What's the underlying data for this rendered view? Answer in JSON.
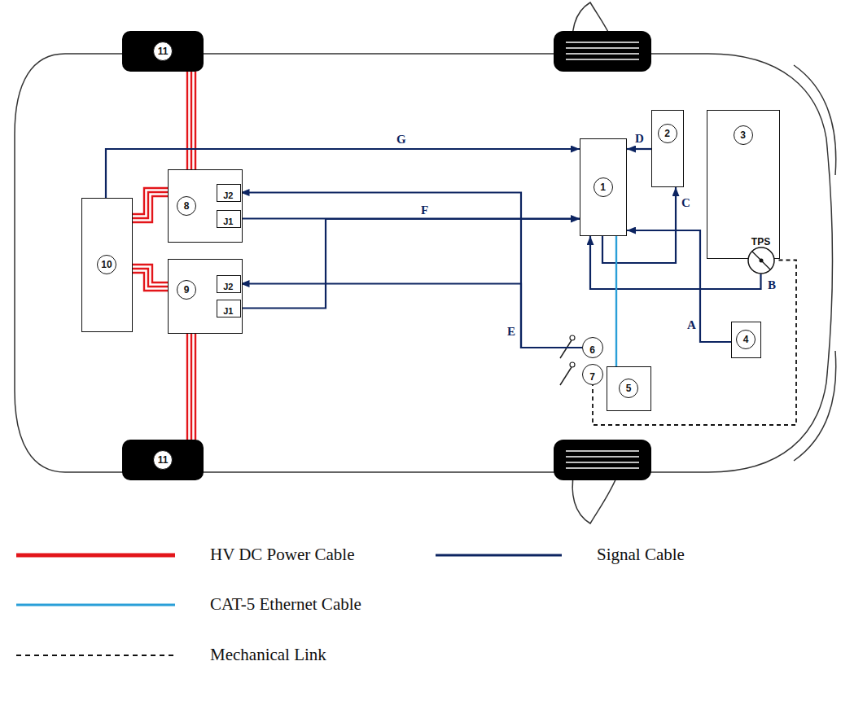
{
  "diagram": {
    "nodes": [
      {
        "text": [
          "11"
        ]
      },
      {
        "text": [
          "10"
        ]
      },
      {
        "text": [
          "8"
        ]
      },
      {
        "text": [
          "J2"
        ],
        "in": 2
      },
      {
        "text": [
          "J1"
        ],
        "in": 2
      },
      {
        "text": [
          "9"
        ]
      },
      {
        "text": [
          "J2"
        ],
        "in": 5
      },
      {
        "text": [
          "J1"
        ],
        "in": 5
      },
      {
        "text": [
          "11"
        ]
      },
      {
        "text": [
          "1"
        ]
      },
      {
        "text": [
          "2"
        ]
      },
      {
        "text": [
          "3"
        ]
      },
      {
        "text": [
          "TPS"
        ],
        "in": 11
      },
      {
        "text": [
          "4"
        ]
      },
      {
        "text": [
          "5"
        ]
      },
      {
        "text": [
          "6"
        ]
      },
      {
        "text": [
          "7"
        ]
      }
    ],
    "edges": [
      {
        "from": 2,
        "to": 0,
        "arrow": "none"
      },
      {
        "from": 1,
        "to": 2,
        "arrow": "none"
      },
      {
        "from": 1,
        "to": 5,
        "arrow": "none"
      },
      {
        "from": 5,
        "to": 8,
        "arrow": "none"
      },
      {
        "from": 1,
        "to": 9,
        "label": "G",
        "arrow": "to"
      },
      {
        "from": 10,
        "to": 9,
        "label": "D",
        "arrow": "to"
      },
      {
        "from": 9,
        "to": 10,
        "label": "C",
        "arrow": "to"
      },
      {
        "from": 13,
        "to": 9,
        "label": "A",
        "arrow": "to"
      },
      {
        "from": 12,
        "to": 9,
        "label": "B",
        "arrow": "to"
      },
      {
        "from": 15,
        "to": 3,
        "label": "E",
        "arrow": "to"
      },
      {
        "from": 15,
        "to": 6,
        "arrow": "to"
      },
      {
        "from": 4,
        "to": 9,
        "label": "F",
        "arrow": "to"
      },
      {
        "from": 7,
        "to": 9,
        "arrow": "to"
      },
      {
        "from": 9,
        "to": 14,
        "arrow": "none"
      },
      {
        "from": 12,
        "to": 16,
        "arrow": "none"
      }
    ],
    "legend": [
      {
        "text": "HV DC Power Cable"
      },
      {
        "text": "Signal Cable"
      },
      {
        "text": "CAT-5 Ethernet Cable"
      },
      {
        "text": "Mechanical Link"
      }
    ]
  }
}
